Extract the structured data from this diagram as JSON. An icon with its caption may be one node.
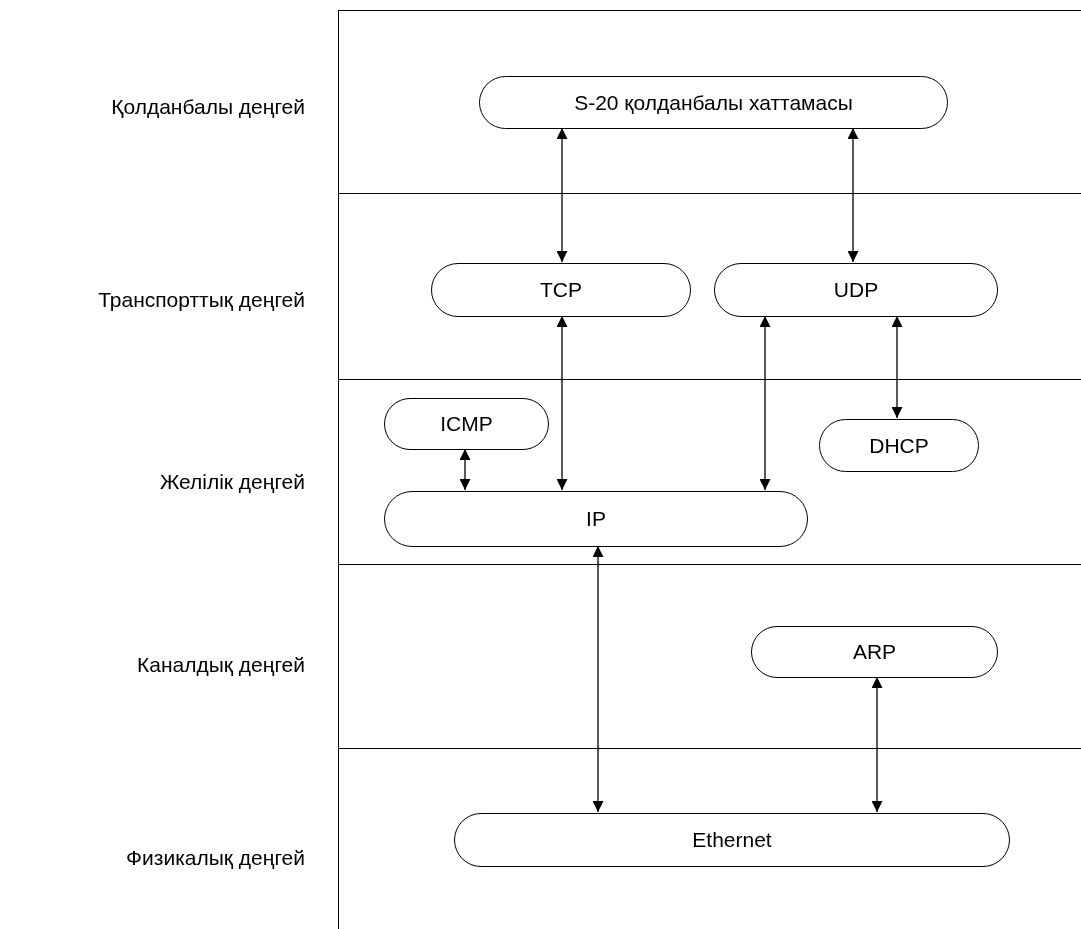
{
  "diagram": {
    "nodes": [
      {
        "text": [
          "Қолданбалы деңгей"
        ]
      },
      {
        "text": [
          "S-20 қолданбалы хаттамасы"
        ],
        "in": 0
      },
      {
        "text": [
          "Транспорттық деңгей"
        ]
      },
      {
        "text": [
          "TCP"
        ],
        "in": 2
      },
      {
        "text": [
          "UDP"
        ],
        "in": 2
      },
      {
        "text": [
          "Желілік деңгей"
        ]
      },
      {
        "text": [
          "ICMP"
        ],
        "in": 5
      },
      {
        "text": [
          "DHCP"
        ],
        "in": 5
      },
      {
        "text": [
          "IP"
        ],
        "in": 5
      },
      {
        "text": [
          "Каналдық деңгей"
        ]
      },
      {
        "text": [
          "ARP"
        ],
        "in": 9
      },
      {
        "text": [
          "Физикалық деңгей"
        ]
      },
      {
        "text": [
          "Ethernet"
        ],
        "in": 11
      }
    ],
    "edges": [
      {
        "from": 1,
        "to": 3,
        "arrow": "both"
      },
      {
        "from": 1,
        "to": 4,
        "arrow": "both"
      },
      {
        "from": 3,
        "to": 8,
        "arrow": "both"
      },
      {
        "from": 4,
        "to": 8,
        "arrow": "both"
      },
      {
        "from": 4,
        "to": 7,
        "arrow": "both"
      },
      {
        "from": 6,
        "to": 8,
        "arrow": "both"
      },
      {
        "from": 8,
        "to": 12,
        "arrow": "both"
      },
      {
        "from": 10,
        "to": 12,
        "arrow": "both"
      }
    ]
  }
}
